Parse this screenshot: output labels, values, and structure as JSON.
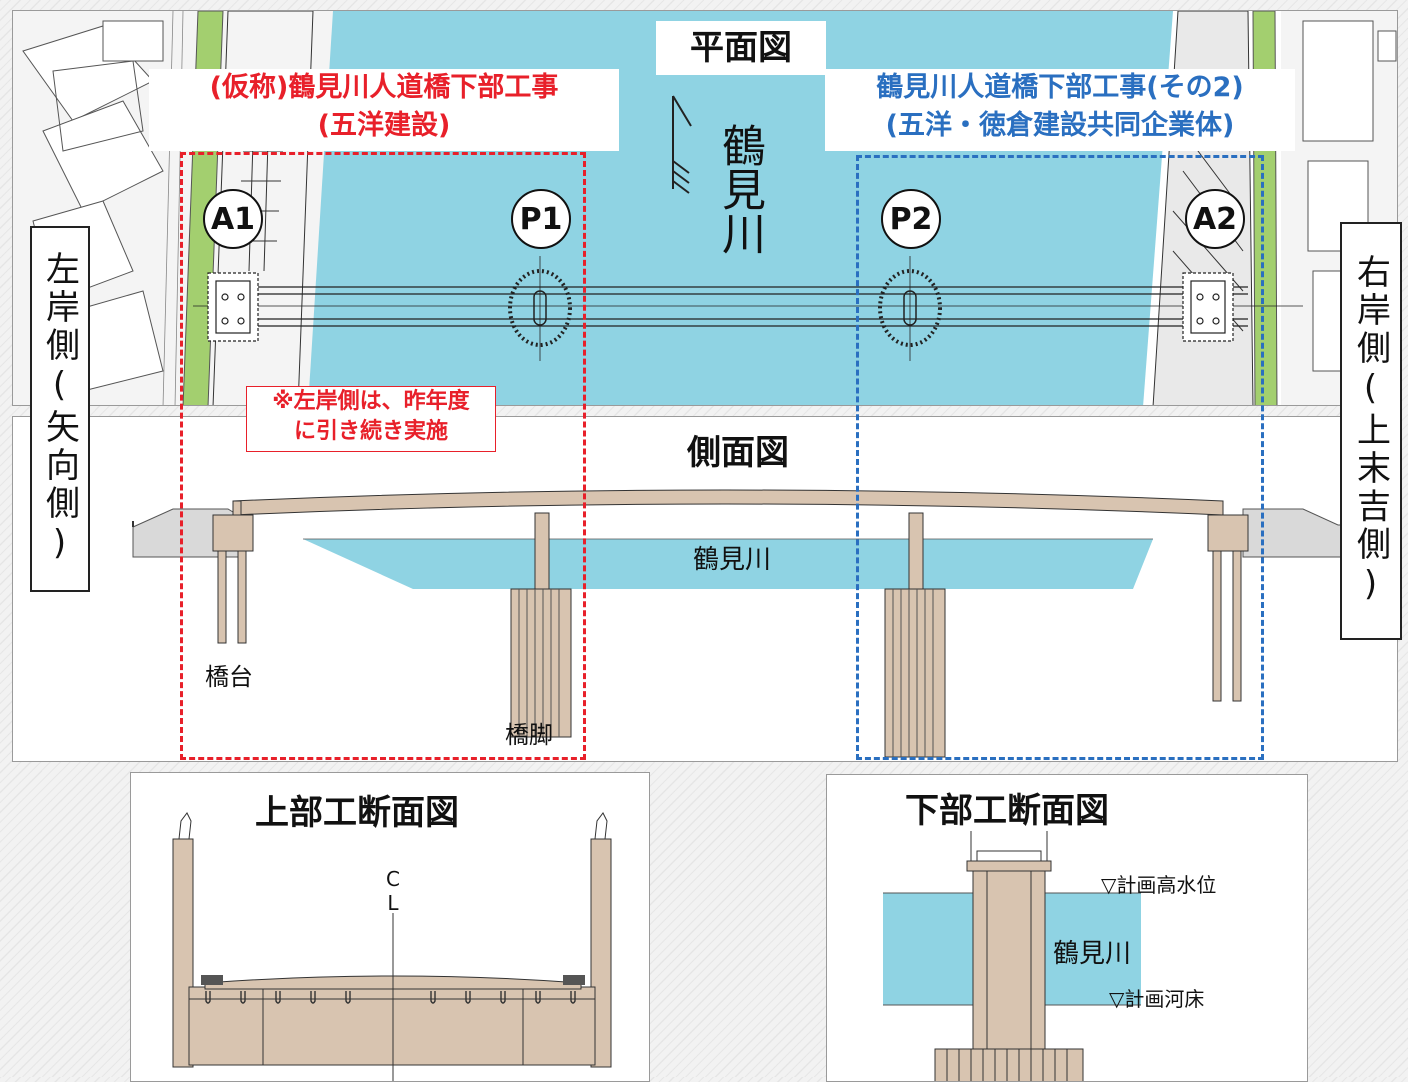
{
  "plan": {
    "title": "平面図",
    "left_contract": {
      "line1": "(仮称)鶴見川人道橋下部工事",
      "line2": "(五洋建設)"
    },
    "right_contract": {
      "line1": "鶴見川人道橋下部工事(その2)",
      "line2": "(五洋・徳倉建設共同企業体)"
    },
    "river_label": "鶴見川",
    "supports": [
      "A1",
      "P1",
      "P2",
      "A2"
    ],
    "note": {
      "line1": "※左岸側は、昨年度",
      "line2": "に引き続き実施"
    }
  },
  "side_labels": {
    "left": "左岸側(矢向側)",
    "right": "右岸側(上末吉側)"
  },
  "elevation": {
    "title": "側面図",
    "river_label": "鶴見川",
    "abutment_label": "橋台",
    "pier_label": "橋脚"
  },
  "superstructure_section": {
    "title": "上部工断面図",
    "centerline": "CL"
  },
  "substructure_section": {
    "title": "下部工断面図",
    "high_water": "▽計画高水位",
    "river_label": "鶴見川",
    "river_bed": "▽計画河床"
  },
  "colors": {
    "river": "#8fd3e3",
    "concrete_tan": "#d8c4b0",
    "green_strip": "#a3cf6f",
    "left_dash": "#e8202a",
    "right_dash": "#2a6fc0"
  }
}
